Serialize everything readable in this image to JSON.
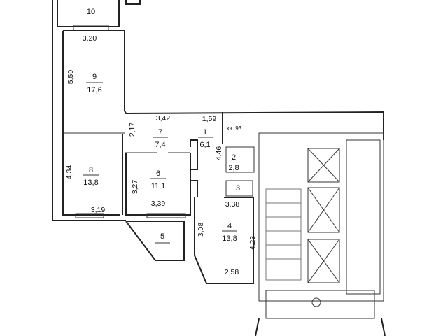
{
  "plan": {
    "apartment_label": "кв. 93",
    "rooms": [
      {
        "number": "1",
        "area": "6,1"
      },
      {
        "number": "2",
        "area": "2,8"
      },
      {
        "number": "3"
      },
      {
        "number": "4",
        "area": "13,8"
      },
      {
        "number": "5"
      },
      {
        "number": "6",
        "area": "11,1"
      },
      {
        "number": "7",
        "area": "7,4"
      },
      {
        "number": "8",
        "area": "13,8"
      },
      {
        "number": "9",
        "area": "17,6"
      },
      {
        "number": "10"
      }
    ],
    "dimensions": [
      "3,20",
      "5,50",
      "3,42",
      "1,59",
      "2,17",
      "4,46",
      "4,34",
      "3,27",
      "3,39",
      "3,19",
      "3,38",
      "3,08",
      "4,23",
      "2,58"
    ]
  }
}
